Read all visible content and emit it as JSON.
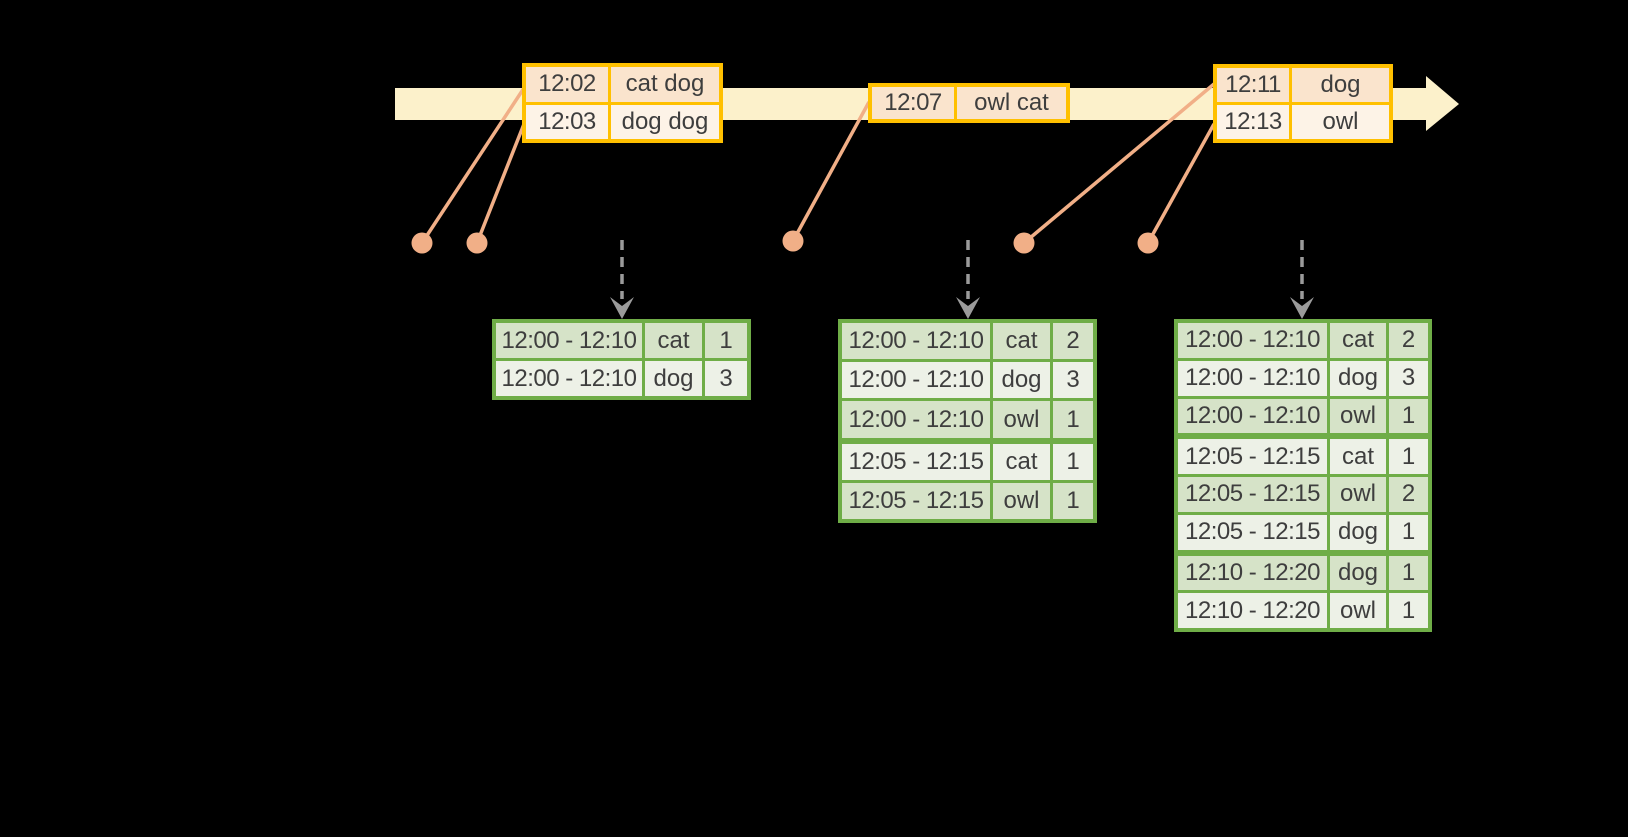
{
  "colors": {
    "background": "#000000",
    "timeline_fill": "#FCF1CB",
    "event_table_border": "#FFC000",
    "event_row_dark": "#FAE4CD",
    "event_row_light": "#FDF3E7",
    "connector": "#F1AF87",
    "result_table_border": "#6FAD47",
    "result_row_dark": "#D6E3C8",
    "result_row_light": "#EDF1E7",
    "trigger_arrow": "#9B9B9B",
    "text": "#3E3E3E"
  },
  "timeline": {
    "event_tables": [
      {
        "rows": [
          {
            "time": "12:02",
            "words": "cat dog"
          },
          {
            "time": "12:03",
            "words": "dog dog"
          }
        ]
      },
      {
        "rows": [
          {
            "time": "12:07",
            "words": "owl cat"
          }
        ]
      },
      {
        "rows": [
          {
            "time": "12:11",
            "words": "dog"
          },
          {
            "time": "12:13",
            "words": "owl"
          }
        ]
      }
    ]
  },
  "result_tables": [
    {
      "rows": [
        {
          "window": "12:00 - 12:10",
          "word": "cat",
          "count": 1
        },
        {
          "window": "12:00 - 12:10",
          "word": "dog",
          "count": 3
        }
      ],
      "group_breaks": []
    },
    {
      "rows": [
        {
          "window": "12:00 - 12:10",
          "word": "cat",
          "count": 2
        },
        {
          "window": "12:00 - 12:10",
          "word": "dog",
          "count": 3
        },
        {
          "window": "12:00 - 12:10",
          "word": "owl",
          "count": 1
        },
        {
          "window": "12:05 - 12:15",
          "word": "cat",
          "count": 1
        },
        {
          "window": "12:05 - 12:15",
          "word": "owl",
          "count": 1
        }
      ],
      "group_breaks": [
        3
      ]
    },
    {
      "rows": [
        {
          "window": "12:00 - 12:10",
          "word": "cat",
          "count": 2
        },
        {
          "window": "12:00 - 12:10",
          "word": "dog",
          "count": 3
        },
        {
          "window": "12:00 - 12:10",
          "word": "owl",
          "count": 1
        },
        {
          "window": "12:05 - 12:15",
          "word": "cat",
          "count": 1
        },
        {
          "window": "12:05 - 12:15",
          "word": "owl",
          "count": 2
        },
        {
          "window": "12:05 - 12:15",
          "word": "dog",
          "count": 1
        },
        {
          "window": "12:10 - 12:20",
          "word": "dog",
          "count": 1
        },
        {
          "window": "12:10 - 12:20",
          "word": "owl",
          "count": 1
        }
      ],
      "group_breaks": [
        3,
        6
      ]
    }
  ]
}
